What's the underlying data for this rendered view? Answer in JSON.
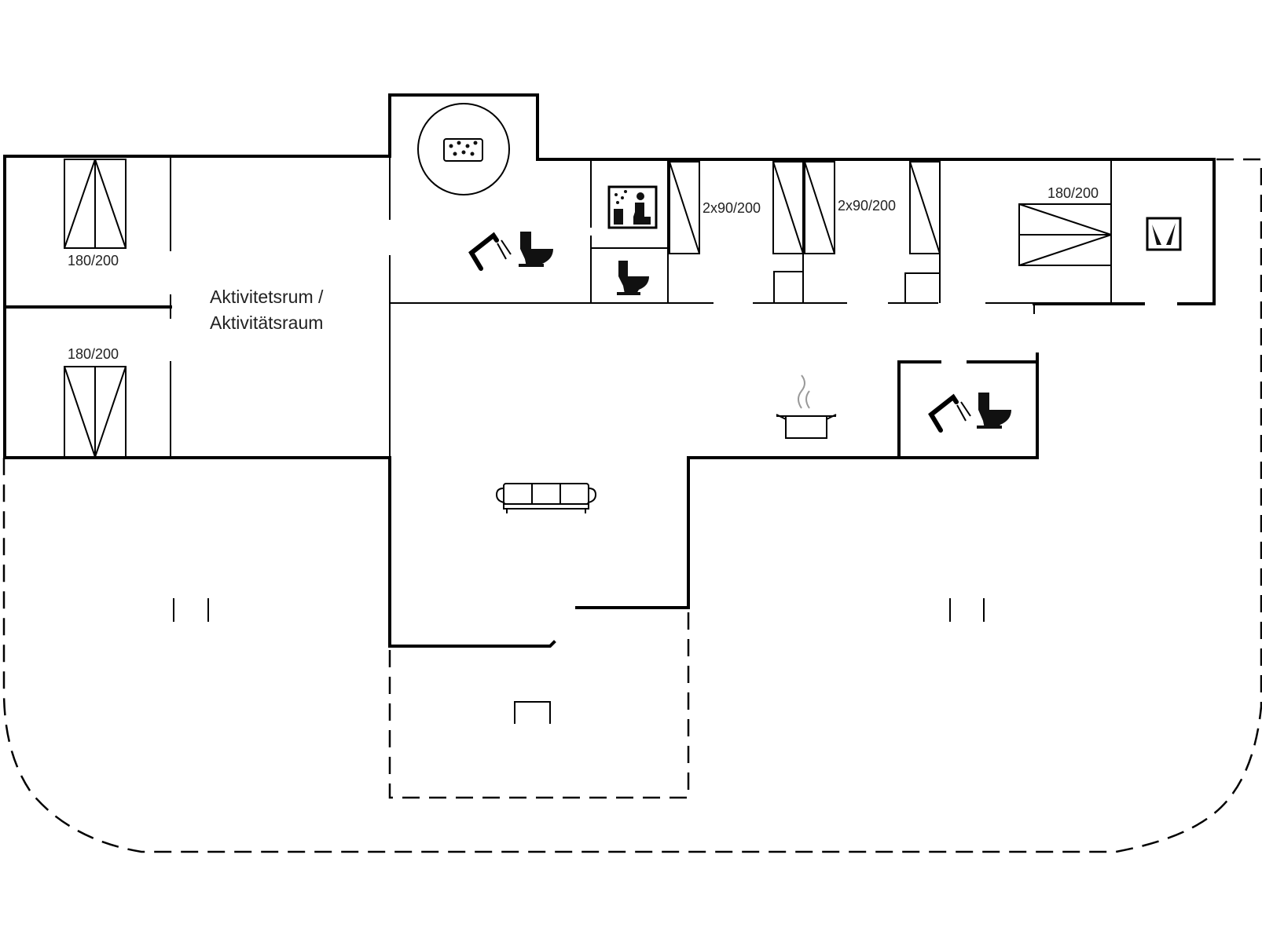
{
  "labels": {
    "bed_top_left": "180/200",
    "bed_bottom_left": "180/200",
    "activity_room_line1": "Aktivitetsrum /",
    "activity_room_line2": "Aktivitätsraum",
    "bunk_1": "2x90/200",
    "bunk_2": "2x90/200",
    "bed_right": "180/200"
  },
  "icons": [
    "spa-bath-icon",
    "shower-icon",
    "toilet-icon",
    "sauna-icon",
    "washing-machine-icon",
    "cooking-pot-icon",
    "sofa-icon",
    "wood-stove-icon"
  ]
}
